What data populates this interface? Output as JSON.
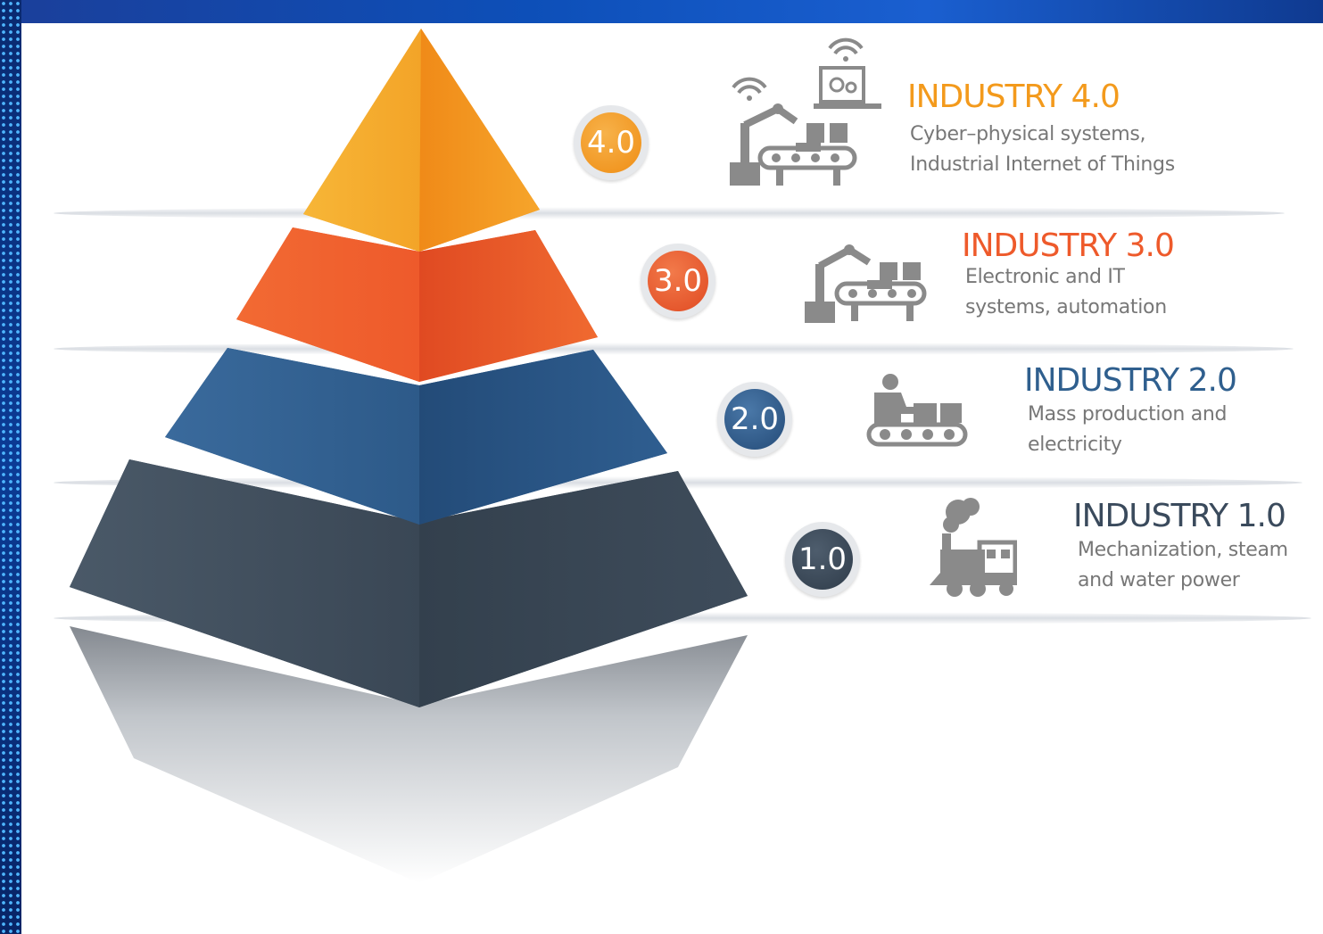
{
  "colors": {
    "level_4": "#f39a1c",
    "level_3": "#ee5a2b",
    "level_2": "#2f5f8e",
    "level_1": "#3a4a5c",
    "icon_gray": "#8a8a8a",
    "text_gray": "#777777"
  },
  "levels": [
    {
      "badge": "4.0",
      "title": "INDUSTRY 4.0",
      "lines": [
        "Cyber–physical systems,",
        "Industrial Internet of Things"
      ],
      "icon": "robot-arm-conveyor-wifi-computer-icon"
    },
    {
      "badge": "3.0",
      "title": "INDUSTRY 3.0",
      "lines": [
        "Electronic and IT",
        "systems, automation"
      ],
      "icon": "robot-arm-conveyor-icon"
    },
    {
      "badge": "2.0",
      "title": "INDUSTRY 2.0",
      "lines": [
        "Mass production and",
        "electricity"
      ],
      "icon": "worker-conveyor-icon"
    },
    {
      "badge": "1.0",
      "title": "INDUSTRY 1.0",
      "lines": [
        "Mechanization, steam",
        "and water power"
      ],
      "icon": "steam-locomotive-icon"
    }
  ]
}
